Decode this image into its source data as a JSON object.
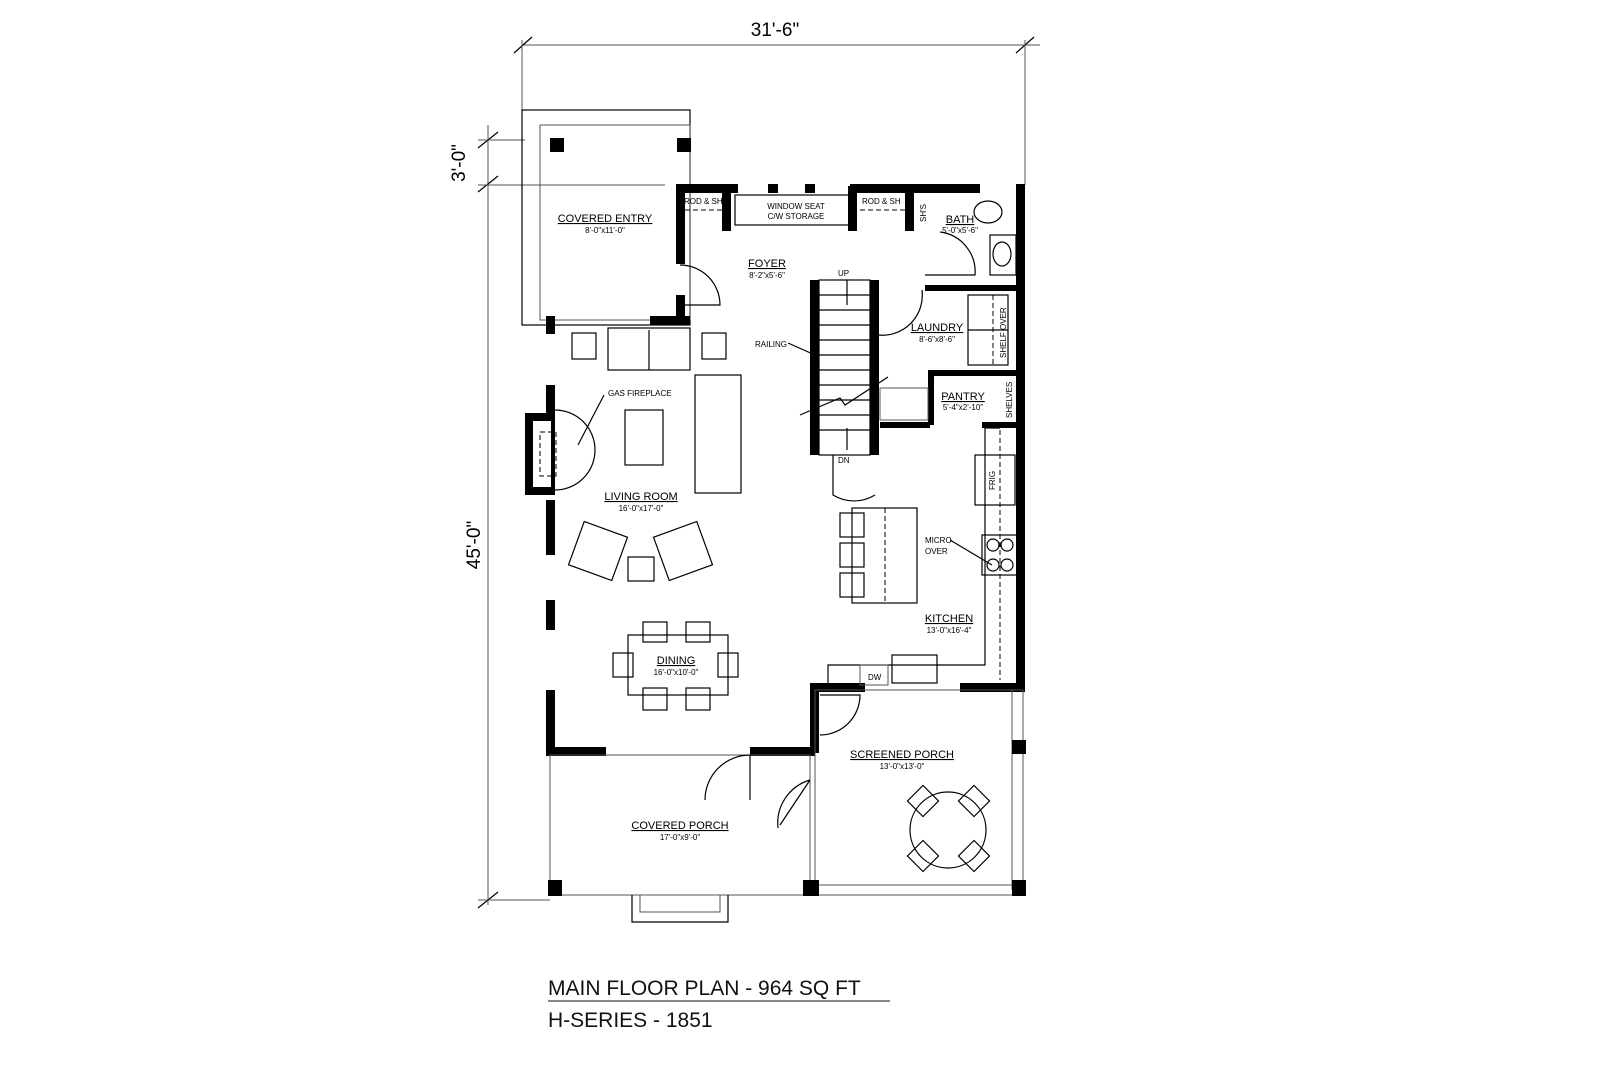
{
  "dimensions": {
    "width": "31'-6\"",
    "entry_depth": "3'-0\"",
    "depth": "45'-0\""
  },
  "rooms": {
    "covered_entry": {
      "name": "COVERED ENTRY",
      "size": "8'-0\"x11'-0\""
    },
    "foyer": {
      "name": "FOYER",
      "size": "8'-2\"x5'-6\""
    },
    "bath": {
      "name": "BATH",
      "size": "5'-0\"x5'-6\""
    },
    "laundry": {
      "name": "LAUNDRY",
      "size": "8'-6\"x8'-6\""
    },
    "pantry": {
      "name": "PANTRY",
      "size": "5'-4\"x2'-10\""
    },
    "living_room": {
      "name": "LIVING ROOM",
      "size": "16'-0\"x17'-0\""
    },
    "kitchen": {
      "name": "KITCHEN",
      "size": "13'-0\"x16'-4\""
    },
    "dining": {
      "name": "DINING",
      "size": "16'-0\"x10'-0\""
    },
    "screened_porch": {
      "name": "SCREENED PORCH",
      "size": "13'-0\"x13'-0\""
    },
    "covered_porch": {
      "name": "COVERED PORCH",
      "size": "17'-0\"x9'-0\""
    }
  },
  "annotations": {
    "rod_shelf_1": "ROD & SH",
    "rod_shelf_2": "ROD & SH",
    "window_seat_1": "WINDOW SEAT",
    "window_seat_2": "C/W STORAGE",
    "shelves_bath": "SH'S",
    "shelf_over": "SHELF OVER",
    "shelves_pantry": "SHELVES",
    "up": "UP",
    "dn": "DN",
    "railing": "RAILING",
    "gas_fireplace": "GAS FIREPLACE",
    "frig": "FRIG",
    "micro_1": "MICRO",
    "micro_2": "OVER",
    "dw": "DW"
  },
  "title": {
    "line1": "MAIN FLOOR PLAN - 964 SQ FT",
    "line2": "H-SERIES - 1851"
  }
}
